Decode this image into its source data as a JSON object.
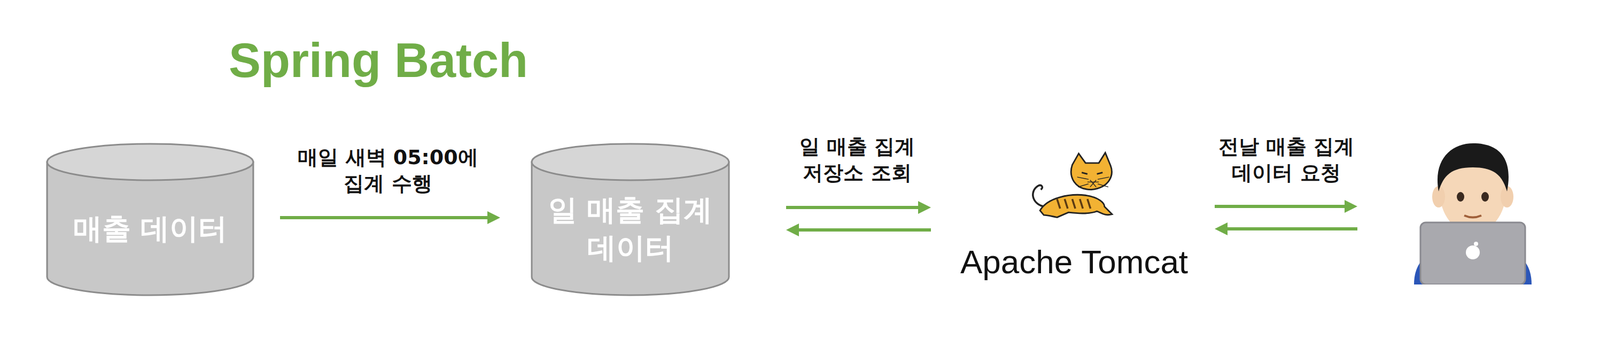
{
  "diagram": {
    "title": "Spring Batch",
    "nodes": [
      {
        "text": [
          "매출 데이터"
        ]
      },
      {
        "text": [
          "일 매출 집계 데이터"
        ]
      },
      {
        "text": [
          "Apache Tomcat"
        ]
      },
      {
        "text": []
      }
    ],
    "edges": [
      {
        "from": 0,
        "to": 1,
        "label": "매일 새벽 05:00에 집계 수행",
        "arrow": "to"
      },
      {
        "from": 1,
        "to": 2,
        "label": "일 매출 집계 저장소 조회",
        "arrow": "to"
      },
      {
        "from": 2,
        "to": 1,
        "arrow": "to"
      },
      {
        "from": 2,
        "to": 3,
        "arrow": "to"
      },
      {
        "from": 3,
        "to": 2,
        "label": "전날 매출 집계 데이터 요청",
        "arrow": "to"
      }
    ]
  }
}
